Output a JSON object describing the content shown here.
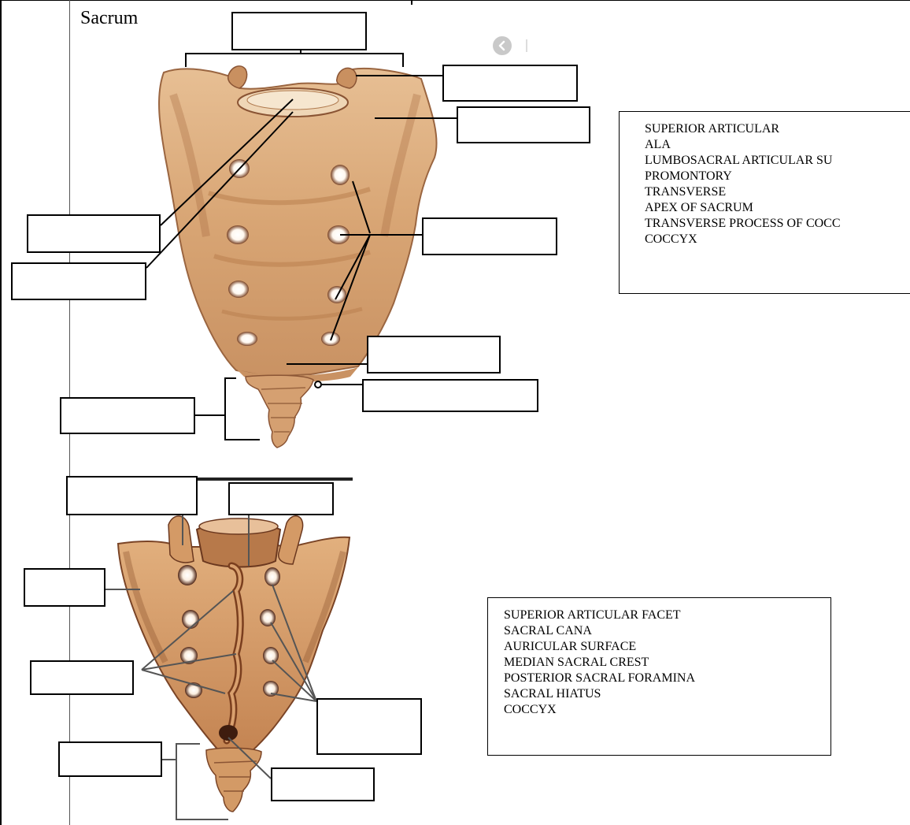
{
  "section_title": "Sacrum",
  "anterior_word_bank": {
    "terms": [
      "SUPERIOR ARTICULAR",
      "ALA",
      "LUMBOSACRAL ARTICULAR SU",
      "PROMONTORY",
      "TRANSVERSE",
      "APEX OF SACRUM",
      "TRANSVERSE PROCESS OF COCC",
      "COCCYX"
    ]
  },
  "posterior_word_bank": {
    "terms": [
      "SUPERIOR ARTICULAR FACET",
      "SACRAL CANA",
      "AURICULAR SURFACE",
      "MEDIAN SACRAL CREST",
      "POSTERIOR SACRAL FORAMINA",
      "SACRAL HIATUS",
      "COCCYX"
    ]
  },
  "colors": {
    "bone_light": "#e9c39a",
    "bone_mid": "#d09a6a",
    "bone_dark": "#8a5434",
    "bone_deep": "#5a2e18"
  },
  "icons": {
    "nav": "chevron-left-icon"
  }
}
